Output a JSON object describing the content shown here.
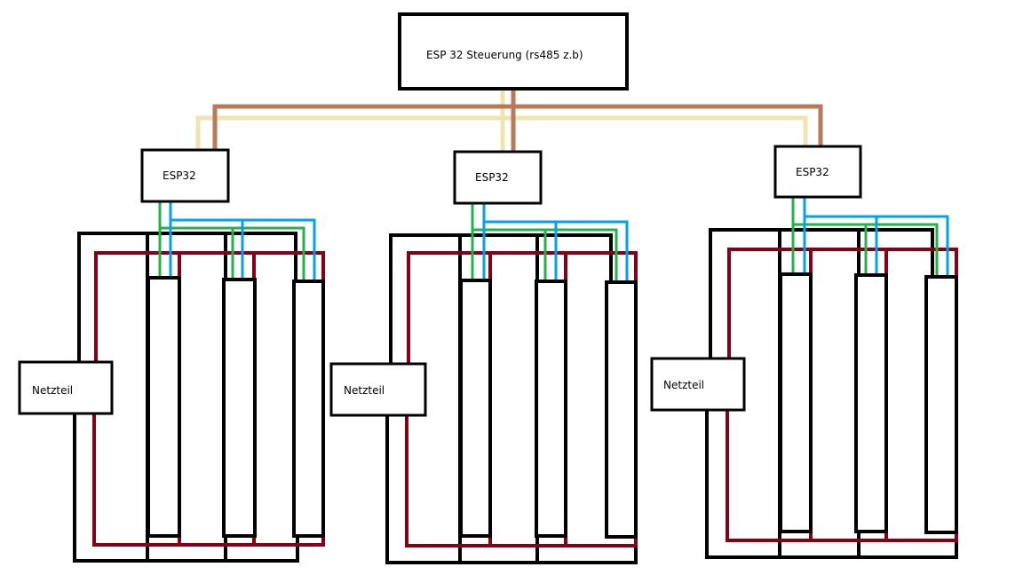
{
  "controller": {
    "label": "ESP 32 Steuerung (rs485 z.b)"
  },
  "nodes": [
    {
      "esp_label": "ESP32",
      "psu_label": "Netzteil"
    },
    {
      "esp_label": "ESP32",
      "psu_label": "Netzteil"
    },
    {
      "esp_label": "ESP32",
      "psu_label": "Netzteil"
    }
  ],
  "strips_per_node": 3,
  "colors": {
    "bus_light": "#efe4b0",
    "bus_dark": "#b97a57",
    "ground": "#000000",
    "power": "#880015",
    "data_green": "#22b14c",
    "data_blue": "#00a2e8",
    "outline": "#000000",
    "background": "#ffffff"
  }
}
